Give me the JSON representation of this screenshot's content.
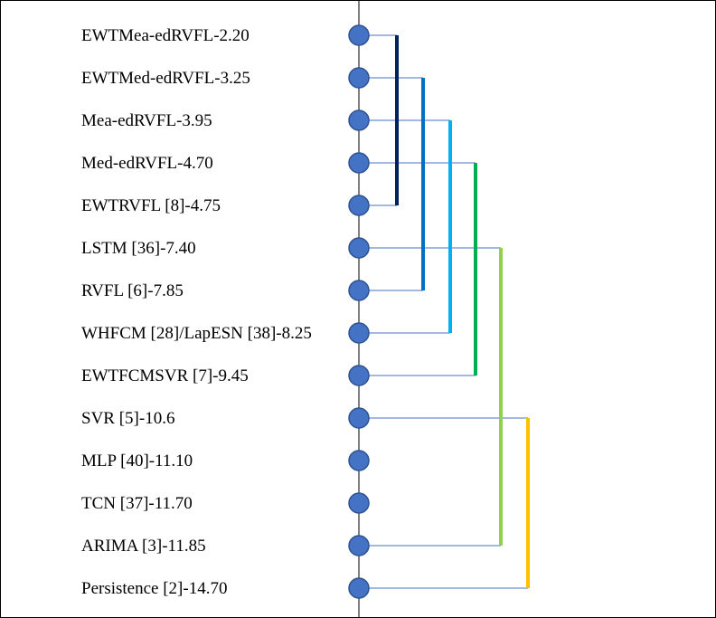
{
  "items": [
    {
      "label": "EWTMea-edRVFL-2.20"
    },
    {
      "label": "EWTMed-edRVFL-3.25"
    },
    {
      "label": "Mea-edRVFL-3.95"
    },
    {
      "label": "Med-edRVFL-4.70"
    },
    {
      "label": "EWTRVFL [8]-4.75"
    },
    {
      "label": "LSTM [36]-7.40"
    },
    {
      "label": "RVFL [6]-7.85"
    },
    {
      "label": "WHFCM [28]/LapESN [38]-8.25"
    },
    {
      "label": "EWTFCMSVR [7]-9.45"
    },
    {
      "label": "SVR [5]-10.6"
    },
    {
      "label": "MLP [40]-11.10"
    },
    {
      "label": "TCN [37]-11.70"
    },
    {
      "label": "ARIMA [3]-11.85"
    },
    {
      "label": "Persistence [2]-14.70"
    }
  ],
  "groups": [
    {
      "from": 0,
      "to": 4,
      "color": "#002060"
    },
    {
      "from": 1,
      "to": 6,
      "color": "#0070C0"
    },
    {
      "from": 2,
      "to": 7,
      "color": "#00B0F0"
    },
    {
      "from": 3,
      "to": 8,
      "color": "#00B050"
    },
    {
      "from": 5,
      "to": 12,
      "color": "#92D050"
    },
    {
      "from": 9,
      "to": 13,
      "color": "#FFC000"
    }
  ],
  "colors": {
    "node_fill": "#4472C4",
    "node_stroke": "#2F528F",
    "connector": "#4472C4",
    "axis": "#000000"
  }
}
